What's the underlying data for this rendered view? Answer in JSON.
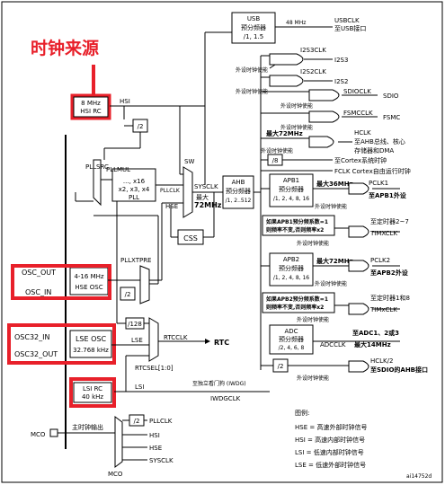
{
  "title": "时钟来源",
  "figure_id": "ai14752d",
  "blocks": {
    "usb": {
      "line1": "USB",
      "line2": "预分频器",
      "line3": "/1, 1.5",
      "freq": "48 MHz",
      "out": "USBCLK",
      "out2": "至USB接口"
    },
    "hsi_rc": {
      "line1": "8 MHz",
      "line2": "HSI RC"
    },
    "hse_osc": {
      "line1": "4-16 MHz",
      "line2": "HSE OSC"
    },
    "lse_osc": {
      "line1": "LSE OSC",
      "line2": "32.768 kHz"
    },
    "lsi_rc": {
      "line1": "LSI RC",
      "line2": "40 kHz"
    },
    "ahb": {
      "line1": "AHB",
      "line2": "预分频器",
      "line3": "/1, 2..512"
    },
    "apb1": {
      "line1": "APB1",
      "line2": "预分频器",
      "line3": "/1, 2, 4, 8, 16"
    },
    "apb2": {
      "line1": "APB2",
      "line2": "预分频器",
      "line3": "/1, 2, 4, 8, 16"
    },
    "adc": {
      "line1": "ADC",
      "line2": "预分频器",
      "line3": "/2, 4, 6, 8"
    },
    "pll": {
      "line1": "PLLMUL",
      "line2": "..., x16",
      "line3": "x2, x3, x4",
      "line4": "PLL"
    },
    "css": "CSS",
    "div2_hsi": "/2",
    "div2_hse": "/2",
    "div128": "/128",
    "div8": "/8",
    "div2_sdio": "/2",
    "div2_mco": "/2",
    "tim1note": {
      "line1": "如果APB1预分频系数=1",
      "line2": "则频率不变,否则频率x2"
    },
    "tim2note": {
      "line1": "如果APB2预分频系数=1",
      "line2": "则频率不变,否则频率x2"
    }
  },
  "labels": {
    "hsi": "HSI",
    "pllsrc": "PLLSRC",
    "sw": "SW",
    "pllclk": "PLLCLK",
    "hse": "HSE",
    "sysclk": "SYSCLK",
    "max72": "最大",
    "max72b": "72MHz",
    "pllxtpre": "PLLXTPRE",
    "osc_out": "OSC_OUT",
    "osc_in": "OSC_IN",
    "osc32_in": "OSC32_IN",
    "osc32_out": "OSC32_OUT",
    "lse": "LSE",
    "rtcclk": "RTCCLK",
    "rtc": "RTC",
    "rtcsel": "RTCSEL[1:0]",
    "lsi": "LSI",
    "iwdg_to": "至独立看门狗 (IWDG)",
    "iwdgclk": "IWDGCLK",
    "mco": "MCO",
    "mco_out": "主时钟输出",
    "mco_pllclk": "PLLCLK",
    "mco_hsi": "HSI",
    "mco_hse": "HSE",
    "mco_sysclk": "SYSCLK",
    "mco_mux": "MCO",
    "en": "外设时钟使能",
    "i2s3clk": "I2S3CLK",
    "i2s3": "I2S3",
    "i2s2clk": "I2S2CLK",
    "i2s2": "I2S2",
    "sdioclk": "SDIOCLK",
    "sdio": "SDIO",
    "fsmcclk": "FSMCCLK",
    "fsmc": "FSMC",
    "hclk_max": "最大72MHz",
    "hclk": "HCLK",
    "hclk_to": "至AHB总线、核心",
    "hclk_to2": "存储器和DMA",
    "cortex_sys": "至Cortex系统时钟",
    "fclk": "FCLK Cortex自由运行时钟",
    "apb1_max": "最大36MHz",
    "pclk1": "PCLK1",
    "pclk1_to": "至APB1外设",
    "tim27_to": "至定时器2~7",
    "timxclk1": "TIMXCLK",
    "apb2_max": "最大72MHz",
    "pclk2": "PCLK2",
    "pclk2_to": "至APB2外设",
    "tim18_to": "至定时器1和8",
    "timxclk2": "TIMxCLK",
    "adcclk": "ADCCLK",
    "adc_max": "最大14MHz",
    "adc_to": "至ADC1、2或3",
    "hclk2": "HCLK/2",
    "hclk2_to": "至SDIO的AHB接口"
  },
  "legend": {
    "title": "图例:",
    "items": [
      "HSE = 高速外部时钟信号",
      "HSI = 高速内部时钟信号",
      "LSI = 低速内部时钟信号",
      "LSE = 低速外部时钟信号"
    ]
  }
}
